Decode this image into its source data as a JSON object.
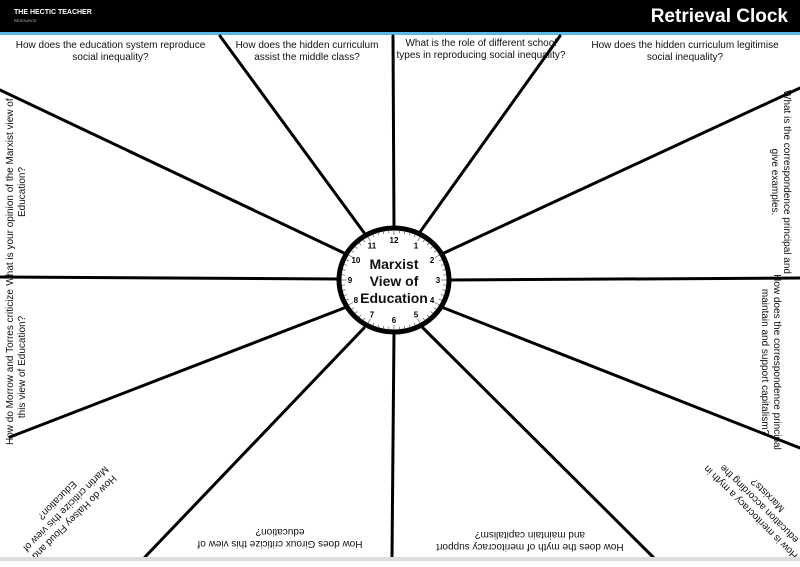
{
  "header": {
    "brand": "THE HECTIC TEACHER",
    "brand_sub": "RESOURCE",
    "title": "Retrieval Clock"
  },
  "clock": {
    "center_text": [
      "Marxist",
      "View of",
      "Education"
    ],
    "numbers": [
      "12",
      "1",
      "2",
      "3",
      "4",
      "5",
      "6",
      "7",
      "8",
      "9",
      "10",
      "11"
    ]
  },
  "questions": {
    "top_1": "How does the education system reproduce social inequality?",
    "top_2": "How does the hidden curriculum assist the middle class?",
    "top_3": "What is the role of different school types in reproducing social inequality?",
    "top_4": "How does the hidden curriculum legitimise social inequality?",
    "right_1": "What is the correspondence principal and give examples.",
    "right_2": "How does the correspondence principal maintain and support capitalism?",
    "bottom_right": "How is meritocracy a myth in education according the Marxists?",
    "bottom_2": "How does the myth of meritocracy support and maintain capitalism?",
    "bottom_3": "How does Giroux criticize this view of education?",
    "bottom_left": "How do Halsey Floud and Martin criticize this view of Education?",
    "left_2": "How do Morrow and Torres criticize this view of Education?",
    "left_1": "What is your opinion of the Marxist view of Education?"
  }
}
